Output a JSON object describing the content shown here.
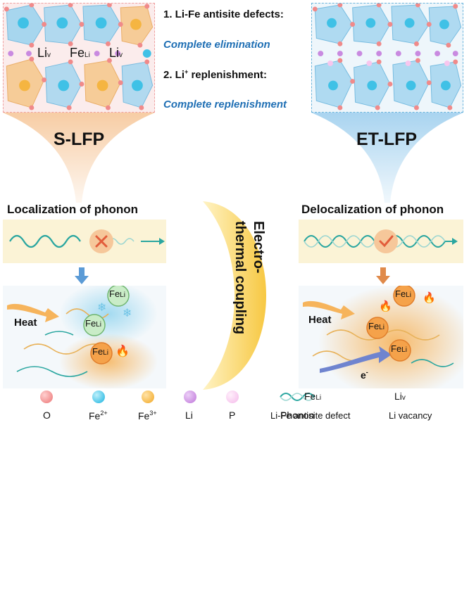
{
  "left_structure": {
    "label_li_v": {
      "main": "Li",
      "sub": "v"
    },
    "label_fe_li": {
      "main": "Fe",
      "sub": "Li"
    },
    "label_li_v_2": {
      "main": "Li",
      "sub": "v"
    }
  },
  "steps": {
    "step1": "1. Li-Fe antisite defects:",
    "step1_result": "Complete elimination",
    "step2_prefix": "2. Li",
    "step2_sup": "+",
    "step2_suffix": " replenishment:",
    "step2_result": "Complete replenishment"
  },
  "left": {
    "name": "S-LFP",
    "phonon_title": "Localization of phonon",
    "heat": "Heat",
    "fe_label": {
      "main": "Fe",
      "sub": "Li"
    }
  },
  "right": {
    "name": "ET-LFP",
    "phonon_title": "Delocalization of phonon",
    "heat": "Heat",
    "fe_label": {
      "main": "Fe",
      "sub": "Li"
    },
    "electron": {
      "main": "e",
      "sup": "-"
    }
  },
  "center": {
    "line1": "Electro-",
    "line2": "thermal",
    "line3": "coupling"
  },
  "legend": [
    {
      "name": "legend-o",
      "label": "O",
      "color": "#f08a8a"
    },
    {
      "name": "legend-fe2",
      "label_main": "Fe",
      "label_sup": "2+",
      "color": "#3fc1e6"
    },
    {
      "name": "legend-fe3",
      "label_main": "Fe",
      "label_sup": "3+",
      "color": "#f5b541"
    },
    {
      "name": "legend-li",
      "label": "Li",
      "color": "#c98ae0"
    },
    {
      "name": "legend-p",
      "label": "P",
      "color": "#f7c6ee"
    },
    {
      "name": "legend-phonon",
      "label": "Phonon",
      "color": "#2aa6a0"
    },
    {
      "name": "legend-antisite",
      "label": "Li-Fe antisite defect",
      "symbol_main": "Fe",
      "symbol_sub": "Li"
    },
    {
      "name": "legend-vacancy",
      "label": "Li vacancy",
      "symbol_main": "Li",
      "symbol_sub": "v"
    }
  ],
  "colors": {
    "left_accent": "#f6c79a",
    "right_accent": "#9fcfee",
    "phonon": "#2aa6a0",
    "center_arc": "#f7c842",
    "result_text": "#1f6fb4"
  }
}
